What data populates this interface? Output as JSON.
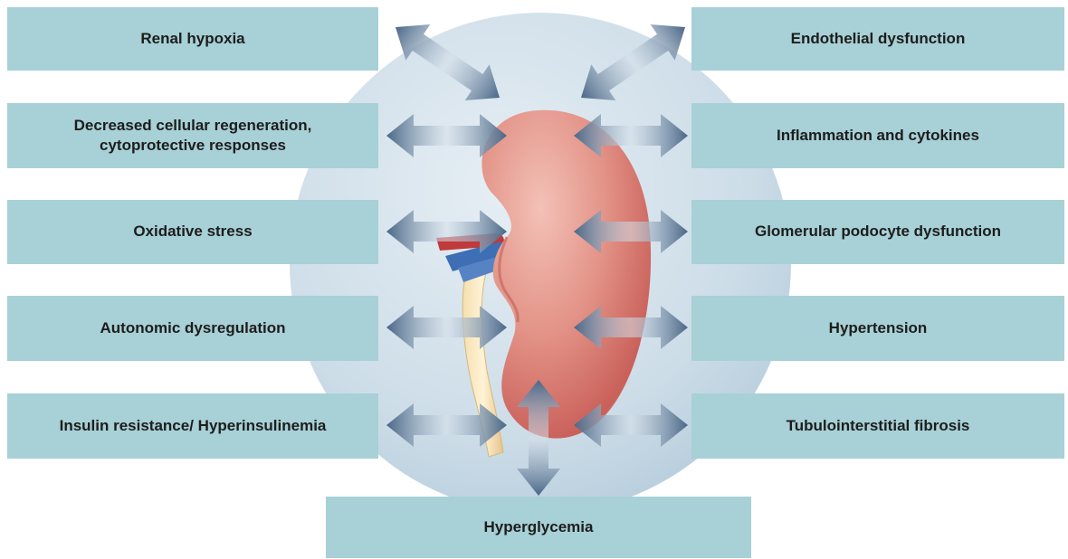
{
  "factors_left": {
    "renal_hypoxia": "Renal hypoxia",
    "decreased_regeneration": "Decreased cellular regeneration,\ncytoprotective responses",
    "oxidative_stress": "Oxidative stress",
    "autonomic_dysregulation": "Autonomic dysregulation",
    "insulin_resistance": "Insulin resistance/ Hyperinsulinemia"
  },
  "factors_right": {
    "endothelial_dysfunction": "Endothelial dysfunction",
    "inflammation_cytokines": "Inflammation and cytokines",
    "glomerular_podocyte": "Glomerular podocyte dysfunction",
    "hypertension": "Hypertension",
    "tubulointerstitial_fibrosis": "Tubulointerstitial fibrosis"
  },
  "factor_bottom": {
    "hyperglycemia": "Hyperglycemia"
  },
  "colors": {
    "box_fill": "#a7d0d7",
    "circle_fill": "#c9dbe5",
    "arrow_dark": "#4a6787",
    "kidney": "#d9827a"
  }
}
